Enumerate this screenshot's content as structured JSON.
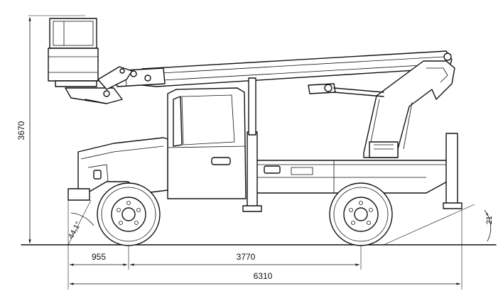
{
  "dimensions": {
    "height": "3670",
    "front_overhang": "955",
    "wheelbase": "3770",
    "overall_length": "6310",
    "approach_angle": "44,1°",
    "departure_angle": "21°"
  }
}
